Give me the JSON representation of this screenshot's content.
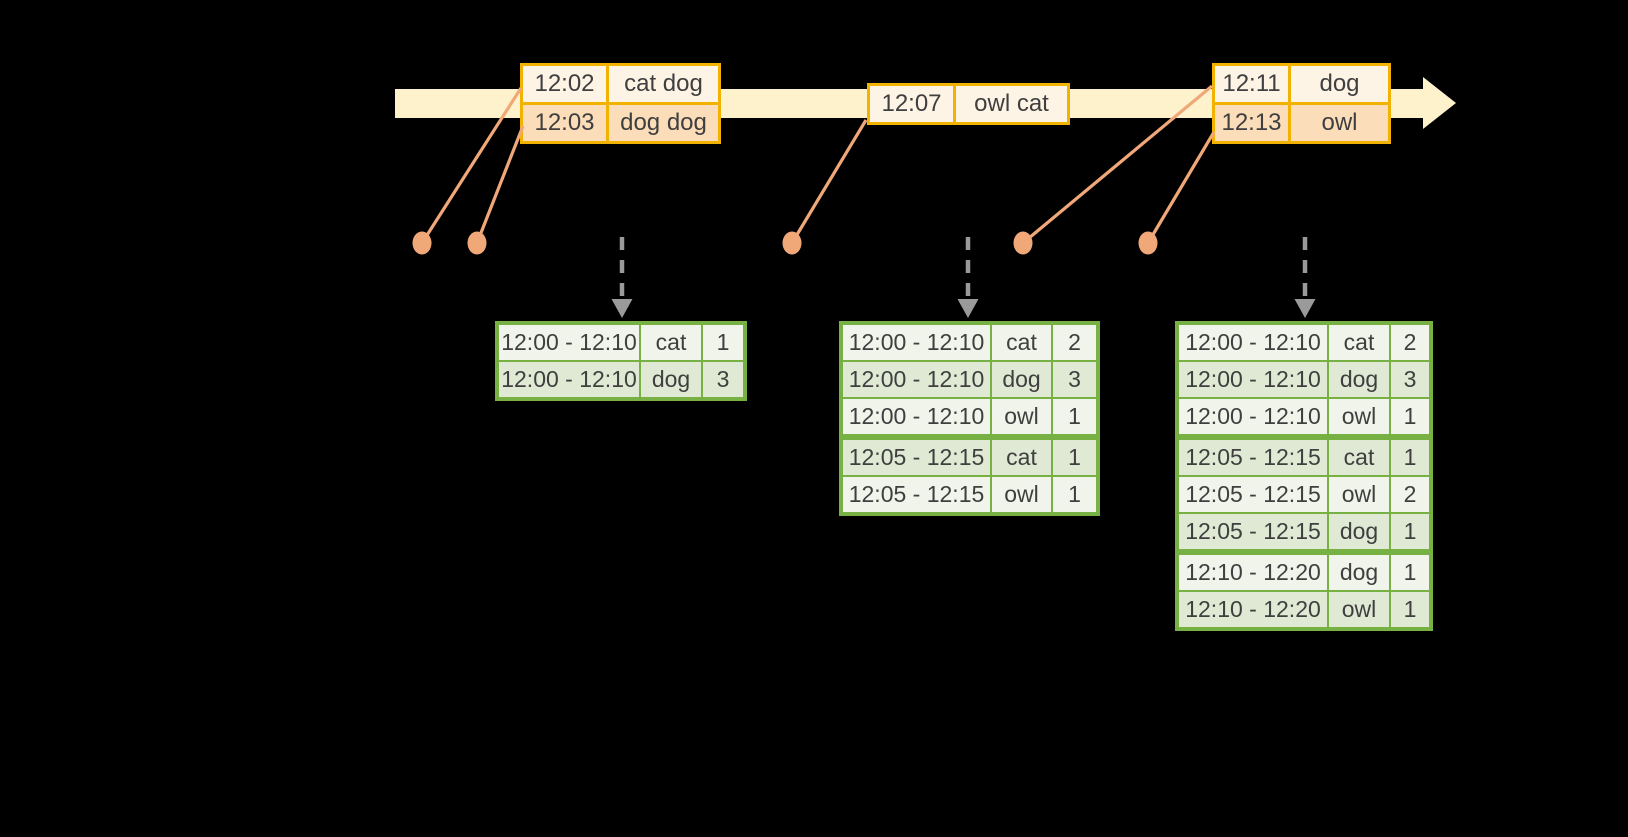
{
  "colors": {
    "background": "#000000",
    "timeline_fill": "#FDF2CC",
    "event_border": "#F2B200",
    "event_row_primary": "#FBDDBA",
    "event_row_secondary": "#FEF4E6",
    "connector": "#F1A878",
    "trigger_arrow": "#9A9A9A",
    "table_border": "#77B043",
    "table_row_odd": "#DFE9D3",
    "table_row_even": "#F0F4EA",
    "text": "#3F3F3F"
  },
  "timeline": {
    "event_groups": [
      {
        "events": [
          {
            "time": "12:02",
            "words": "cat dog"
          },
          {
            "time": "12:03",
            "words": "dog dog"
          }
        ]
      },
      {
        "events": [
          {
            "time": "12:07",
            "words": "owl cat"
          }
        ]
      },
      {
        "events": [
          {
            "time": "12:11",
            "words": "dog"
          },
          {
            "time": "12:13",
            "words": "owl"
          }
        ]
      }
    ]
  },
  "result_tables": [
    {
      "rows": [
        {
          "window": "12:00 - 12:10",
          "word": "cat",
          "count": 1
        },
        {
          "window": "12:00 - 12:10",
          "word": "dog",
          "count": 3
        }
      ]
    },
    {
      "rows": [
        {
          "window": "12:00 - 12:10",
          "word": "cat",
          "count": 2
        },
        {
          "window": "12:00 - 12:10",
          "word": "dog",
          "count": 3
        },
        {
          "window": "12:00 - 12:10",
          "word": "owl",
          "count": 1
        },
        {
          "window": "12:05 - 12:15",
          "word": "cat",
          "count": 1
        },
        {
          "window": "12:05 - 12:15",
          "word": "owl",
          "count": 1
        }
      ]
    },
    {
      "rows": [
        {
          "window": "12:00 - 12:10",
          "word": "cat",
          "count": 2
        },
        {
          "window": "12:00 - 12:10",
          "word": "dog",
          "count": 3
        },
        {
          "window": "12:00 - 12:10",
          "word": "owl",
          "count": 1
        },
        {
          "window": "12:05 - 12:15",
          "word": "cat",
          "count": 1
        },
        {
          "window": "12:05 - 12:15",
          "word": "owl",
          "count": 2
        },
        {
          "window": "12:05 - 12:15",
          "word": "dog",
          "count": 1
        },
        {
          "window": "12:10 - 12:20",
          "word": "dog",
          "count": 1
        },
        {
          "window": "12:10 - 12:20",
          "word": "owl",
          "count": 1
        }
      ]
    }
  ]
}
